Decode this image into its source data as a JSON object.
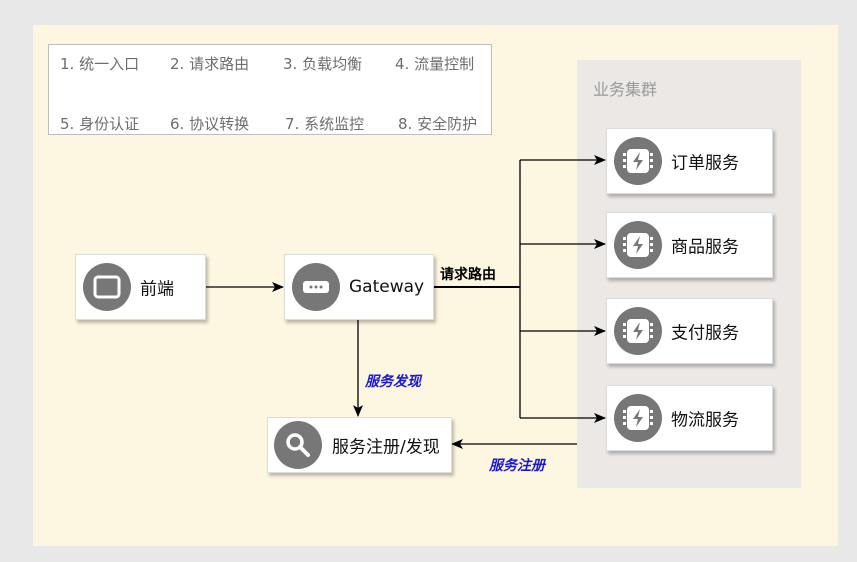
{
  "features": {
    "items": [
      "1. 统一入口",
      "2. 请求路由",
      "3. 负载均衡",
      "4. 流量控制",
      "5. 身份认证",
      "6. 协议转换",
      "7. 系统监控",
      "8. 安全防护"
    ]
  },
  "nodes": {
    "frontend": {
      "label": "前端",
      "icon": "browser-window-icon"
    },
    "gateway": {
      "label": "Gateway",
      "icon": "ellipsis-icon"
    },
    "registry": {
      "label": "服务注册/发现",
      "icon": "search-icon"
    }
  },
  "cluster": {
    "title": "业务集群",
    "services": [
      {
        "label": "订单服务",
        "icon": "lightning-chip-icon"
      },
      {
        "label": "商品服务",
        "icon": "lightning-chip-icon"
      },
      {
        "label": "支付服务",
        "icon": "lightning-chip-icon"
      },
      {
        "label": "物流服务",
        "icon": "lightning-chip-icon"
      }
    ]
  },
  "edges": {
    "routing_label": "请求路由",
    "discovery_label": "服务发现",
    "registration_label": "服务注册"
  },
  "colors": {
    "canvas": "#fdf6e0",
    "cluster": "#ece8e6",
    "icon": "#777777",
    "edge_label_blue": "#1a1ad6"
  }
}
